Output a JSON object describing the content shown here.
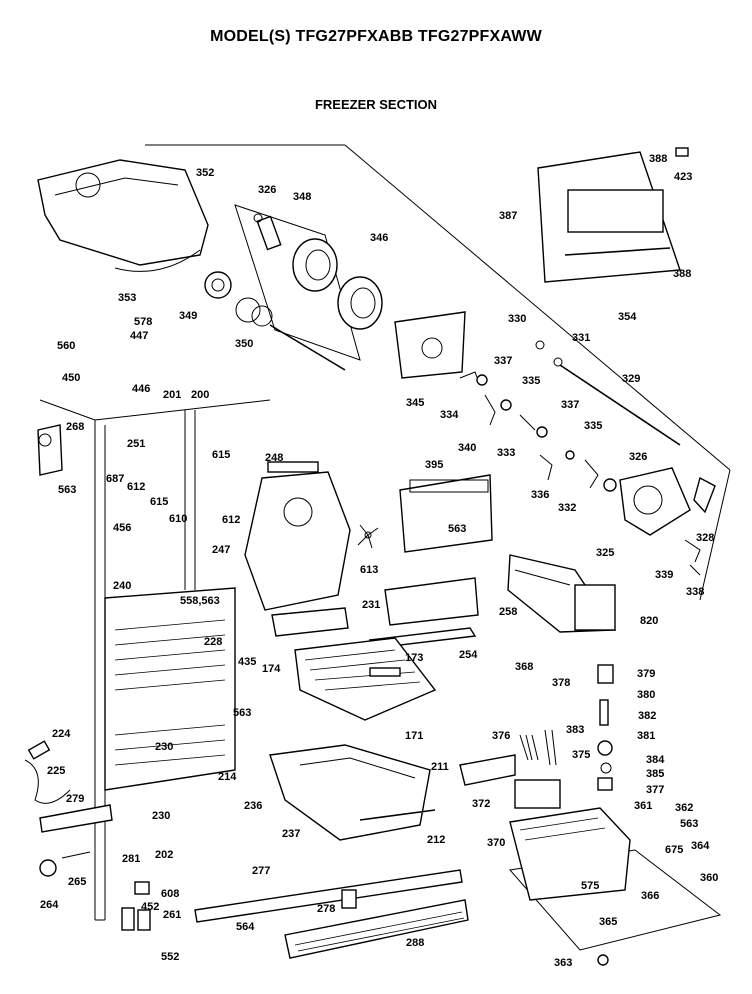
{
  "header": {
    "model": "MODEL(S) TFG27PFXABB  TFG27PFXAWW",
    "section": "FREEZER SECTION"
  },
  "parts": [
    {
      "id": "p352",
      "label": "352"
    },
    {
      "id": "p326a",
      "label": "326"
    },
    {
      "id": "p348",
      "label": "348"
    },
    {
      "id": "p346",
      "label": "346"
    },
    {
      "id": "p353",
      "label": "353"
    },
    {
      "id": "p349",
      "label": "349"
    },
    {
      "id": "p350",
      "label": "350"
    },
    {
      "id": "p578",
      "label": "578"
    },
    {
      "id": "p447",
      "label": "447"
    },
    {
      "id": "p560",
      "label": "560"
    },
    {
      "id": "p450",
      "label": "450"
    },
    {
      "id": "p446",
      "label": "446"
    },
    {
      "id": "p201",
      "label": "201"
    },
    {
      "id": "p200",
      "label": "200"
    },
    {
      "id": "p268",
      "label": "268"
    },
    {
      "id": "p251",
      "label": "251"
    },
    {
      "id": "p615a",
      "label": "615"
    },
    {
      "id": "p248",
      "label": "248"
    },
    {
      "id": "p687",
      "label": "687"
    },
    {
      "id": "p612a",
      "label": "612"
    },
    {
      "id": "p615b",
      "label": "615"
    },
    {
      "id": "p610",
      "label": "610"
    },
    {
      "id": "p612b",
      "label": "612"
    },
    {
      "id": "p563a",
      "label": "563"
    },
    {
      "id": "p456",
      "label": "456"
    },
    {
      "id": "p247",
      "label": "247"
    },
    {
      "id": "p613",
      "label": "613"
    },
    {
      "id": "p240",
      "label": "240"
    },
    {
      "id": "p558",
      "label": "558,563"
    },
    {
      "id": "p228",
      "label": "228"
    },
    {
      "id": "p231",
      "label": "231"
    },
    {
      "id": "p258",
      "label": "258"
    },
    {
      "id": "p435",
      "label": "435"
    },
    {
      "id": "p174",
      "label": "174"
    },
    {
      "id": "p173",
      "label": "173"
    },
    {
      "id": "p254",
      "label": "254"
    },
    {
      "id": "p563b",
      "label": "563"
    },
    {
      "id": "p230a",
      "label": "230"
    },
    {
      "id": "p171",
      "label": "171"
    },
    {
      "id": "p224",
      "label": "224"
    },
    {
      "id": "p225",
      "label": "225"
    },
    {
      "id": "p279",
      "label": "279"
    },
    {
      "id": "p214",
      "label": "214"
    },
    {
      "id": "p230b",
      "label": "230"
    },
    {
      "id": "p211",
      "label": "211"
    },
    {
      "id": "p236",
      "label": "236"
    },
    {
      "id": "p237",
      "label": "237"
    },
    {
      "id": "p212",
      "label": "212"
    },
    {
      "id": "p202",
      "label": "202"
    },
    {
      "id": "p281",
      "label": "281"
    },
    {
      "id": "p265",
      "label": "265"
    },
    {
      "id": "p264",
      "label": "264"
    },
    {
      "id": "p608",
      "label": "608"
    },
    {
      "id": "p277",
      "label": "277"
    },
    {
      "id": "p452",
      "label": "452"
    },
    {
      "id": "p261",
      "label": "261"
    },
    {
      "id": "p278",
      "label": "278"
    },
    {
      "id": "p564",
      "label": "564"
    },
    {
      "id": "p552",
      "label": "552"
    },
    {
      "id": "p288",
      "label": "288"
    },
    {
      "id": "p388a",
      "label": "388"
    },
    {
      "id": "p423",
      "label": "423"
    },
    {
      "id": "p387",
      "label": "387"
    },
    {
      "id": "p388b",
      "label": "388"
    },
    {
      "id": "p330",
      "label": "330"
    },
    {
      "id": "p354",
      "label": "354"
    },
    {
      "id": "p331",
      "label": "331"
    },
    {
      "id": "p337a",
      "label": "337"
    },
    {
      "id": "p345",
      "label": "345"
    },
    {
      "id": "p335a",
      "label": "335"
    },
    {
      "id": "p329",
      "label": "329"
    },
    {
      "id": "p334",
      "label": "334"
    },
    {
      "id": "p337b",
      "label": "337"
    },
    {
      "id": "p340",
      "label": "340"
    },
    {
      "id": "p333",
      "label": "333"
    },
    {
      "id": "p335b",
      "label": "335"
    },
    {
      "id": "p395",
      "label": "395"
    },
    {
      "id": "p326b",
      "label": "326"
    },
    {
      "id": "p336",
      "label": "336"
    },
    {
      "id": "p332",
      "label": "332"
    },
    {
      "id": "p563c",
      "label": "563"
    },
    {
      "id": "p328",
      "label": "328"
    },
    {
      "id": "p325",
      "label": "325"
    },
    {
      "id": "p339",
      "label": "339"
    },
    {
      "id": "p338",
      "label": "338"
    },
    {
      "id": "p820",
      "label": "820"
    },
    {
      "id": "p368",
      "label": "368"
    },
    {
      "id": "p378",
      "label": "378"
    },
    {
      "id": "p379",
      "label": "379"
    },
    {
      "id": "p380",
      "label": "380"
    },
    {
      "id": "p382",
      "label": "382"
    },
    {
      "id": "p376",
      "label": "376"
    },
    {
      "id": "p383",
      "label": "383"
    },
    {
      "id": "p375",
      "label": "375"
    },
    {
      "id": "p381",
      "label": "381"
    },
    {
      "id": "p384",
      "label": "384"
    },
    {
      "id": "p385",
      "label": "385"
    },
    {
      "id": "p377",
      "label": "377"
    },
    {
      "id": "p372",
      "label": "372"
    },
    {
      "id": "p361",
      "label": "361"
    },
    {
      "id": "p362",
      "label": "362"
    },
    {
      "id": "p563d",
      "label": "563"
    },
    {
      "id": "p370",
      "label": "370"
    },
    {
      "id": "p675",
      "label": "675"
    },
    {
      "id": "p364",
      "label": "364"
    },
    {
      "id": "p360",
      "label": "360"
    },
    {
      "id": "p575",
      "label": "575"
    },
    {
      "id": "p366",
      "label": "366"
    },
    {
      "id": "p365",
      "label": "365"
    },
    {
      "id": "p363",
      "label": "363"
    }
  ]
}
